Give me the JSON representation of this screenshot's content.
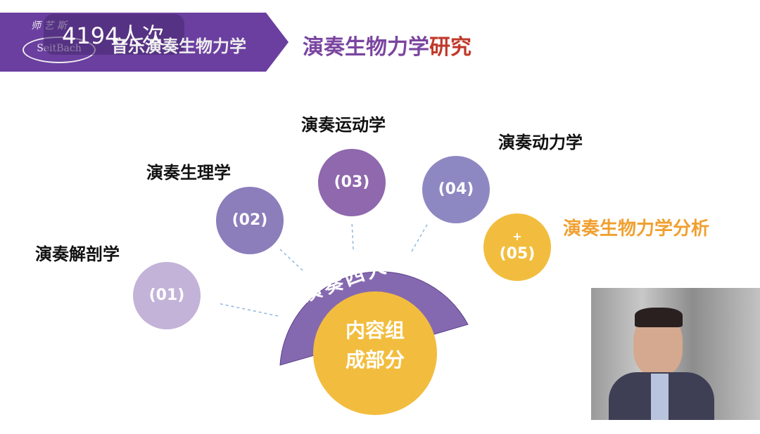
{
  "header": {
    "viewer_count": "4194人次",
    "logo_text": "SeitBach",
    "subtitle": "音乐演奏生物力学",
    "title_main": "演奏生物力学",
    "title_accent": "研究"
  },
  "diagram": {
    "center_arc": "演奏四大件",
    "center_circle_line1": "内容组",
    "center_circle_line2": "成部分",
    "items": [
      {
        "num": "(01)",
        "label": "演奏解剖学"
      },
      {
        "num": "(02)",
        "label": "演奏生理学"
      },
      {
        "num": "(03)",
        "label": "演奏运动学"
      },
      {
        "num": "(04)",
        "label": "演奏动力学"
      },
      {
        "num": "(05)",
        "plus": "+",
        "label": "演奏生物力学分析"
      }
    ]
  },
  "colors": {
    "purple": "#6b3fa0",
    "accent": "#f0a030",
    "yellow": "#f2bd3e"
  }
}
